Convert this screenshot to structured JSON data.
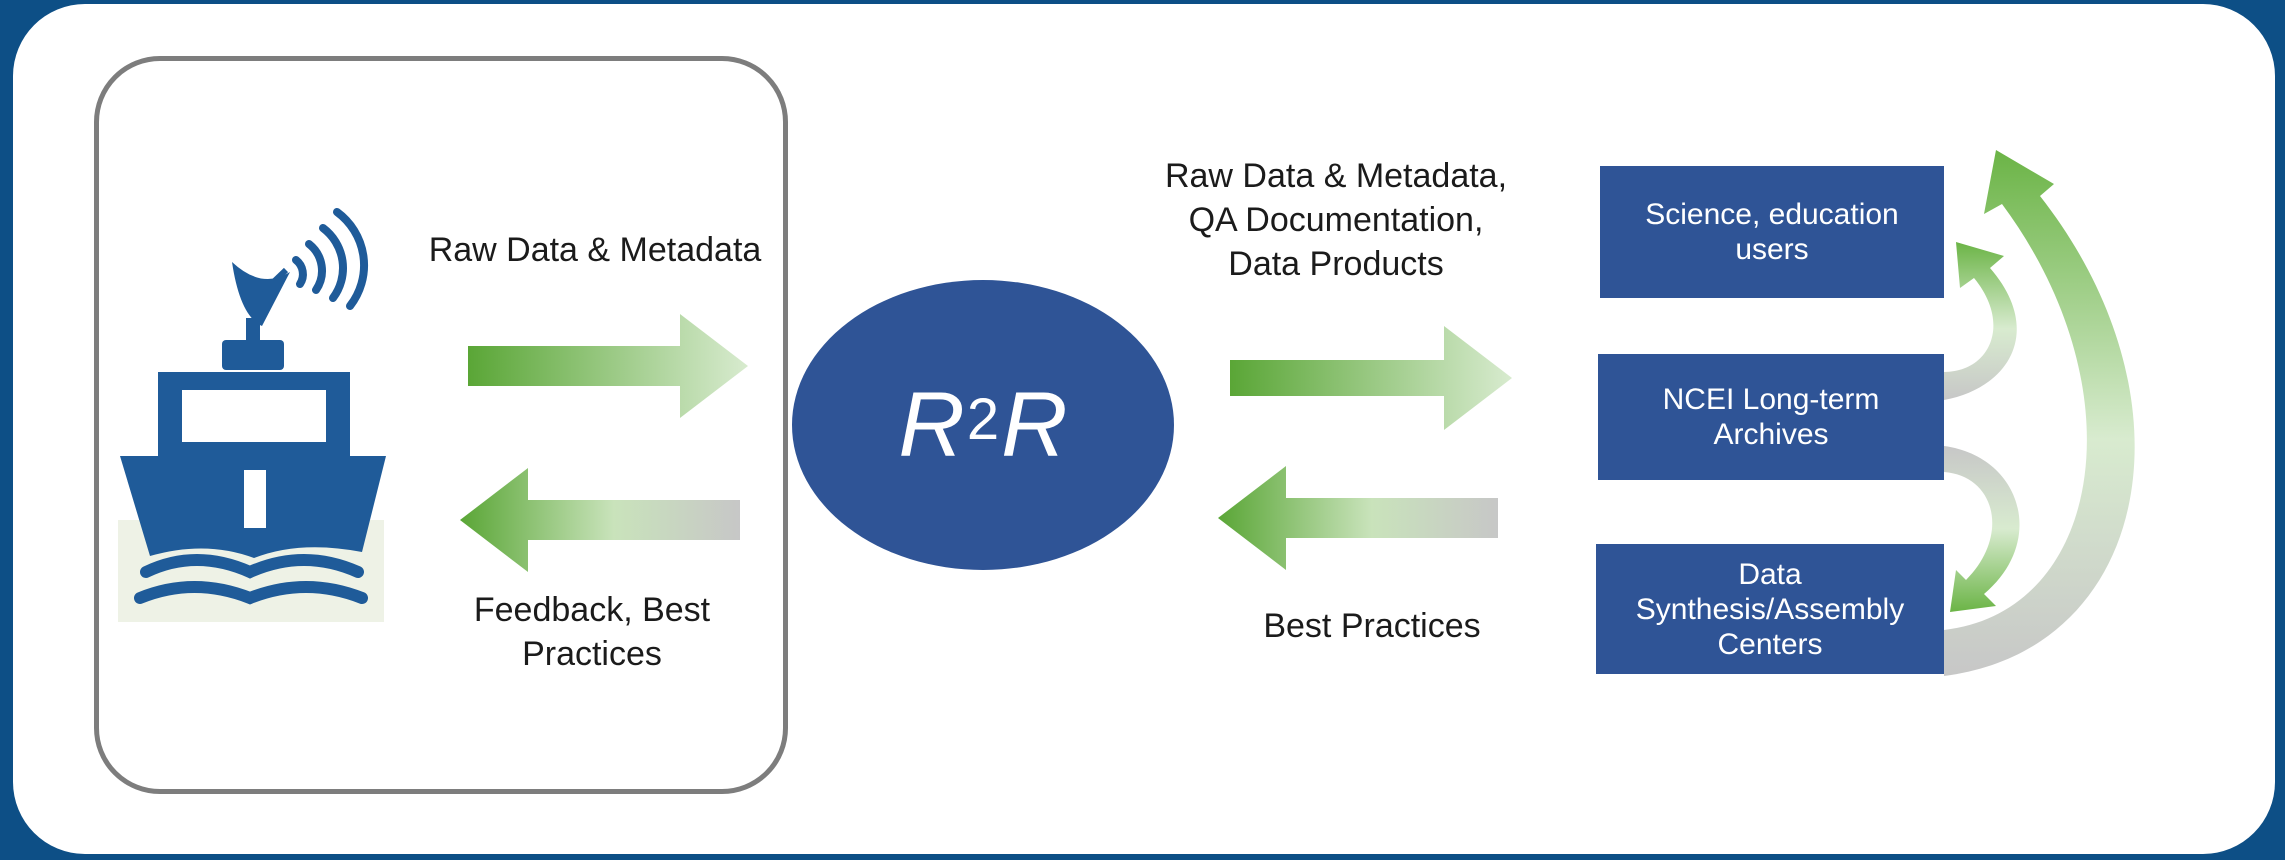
{
  "colors": {
    "background": "#0d4f86",
    "card": "#ffffff",
    "node": "#2f5496",
    "arrow_green_dark": "#5aa636",
    "arrow_green_light": "#d8ebcf",
    "arrow_gray": "#c7c7c7"
  },
  "ship": {
    "icon": "research-vessel-icon"
  },
  "center": {
    "base": "R",
    "sup": "2",
    "tail": "R"
  },
  "labels": {
    "ship_to_center": "Raw Data & Metadata",
    "center_to_ship": "Feedback, Best\nPractices",
    "center_to_users": "Raw Data & Metadata,\nQA Documentation,\nData Products",
    "users_to_center": "Best Practices"
  },
  "nodes": [
    {
      "id": "users",
      "label": "Science, education\nusers"
    },
    {
      "id": "archives",
      "label": "NCEI Long-term\nArchives"
    },
    {
      "id": "synthesis",
      "label": "Data\nSynthesis/Assembly\nCenters"
    }
  ]
}
